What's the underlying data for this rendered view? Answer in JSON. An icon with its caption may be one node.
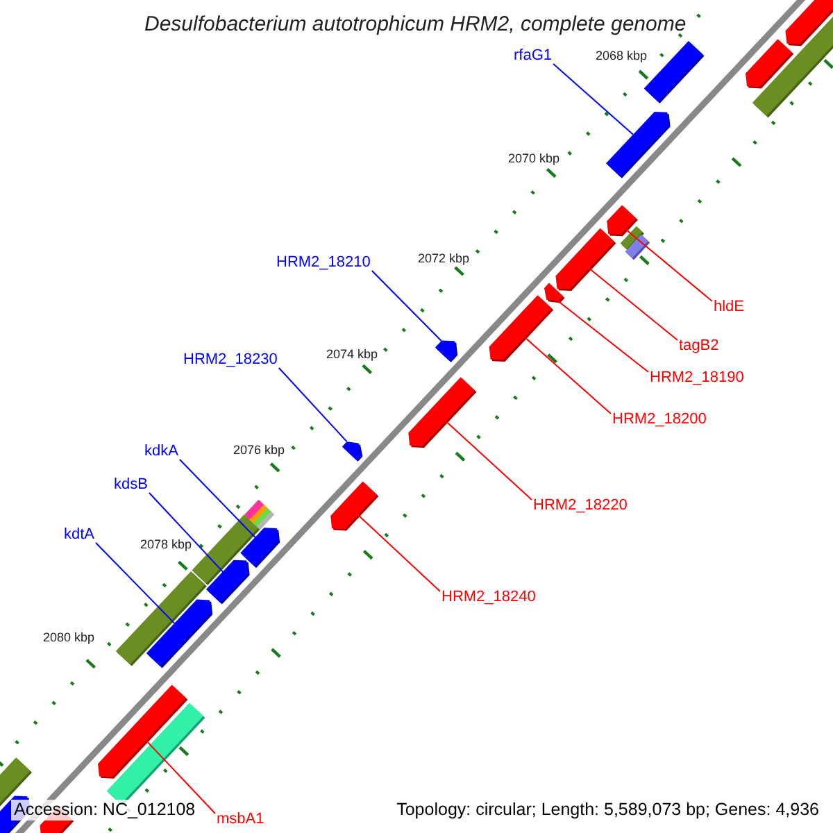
{
  "diagram": {
    "title": "Desulfobacterium autotrophicum HRM2, complete genome",
    "nodes": [
      {
        "text": [
          "rfaG1"
        ]
      },
      {
        "text": [],
        "shape": "bar"
      },
      {
        "text": [
          "hldE"
        ]
      },
      {
        "text": [],
        "shape": "bar"
      },
      {
        "text": [
          "HRM2_18210"
        ]
      },
      {
        "text": [],
        "shape": "bar"
      },
      {
        "text": [
          "tagB2"
        ]
      },
      {
        "text": [],
        "shape": "bar"
      },
      {
        "text": [
          "HRM2_18190"
        ]
      },
      {
        "text": [],
        "shape": "bar"
      },
      {
        "text": [
          "HRM2_18230"
        ]
      },
      {
        "text": [],
        "shape": "bar"
      },
      {
        "text": [
          "HRM2_18200"
        ]
      },
      {
        "text": [],
        "shape": "bar"
      },
      {
        "text": [
          "kdkA"
        ]
      },
      {
        "text": [],
        "shape": "bar"
      },
      {
        "text": [
          "kdsB"
        ]
      },
      {
        "text": [],
        "shape": "bar"
      },
      {
        "text": [
          "HRM2_18220"
        ]
      },
      {
        "text": [],
        "shape": "bar"
      },
      {
        "text": [
          "kdtA"
        ]
      },
      {
        "text": [],
        "shape": "bar"
      },
      {
        "text": [
          "HRM2_18240"
        ]
      },
      {
        "text": [],
        "shape": "bar"
      },
      {
        "text": [
          "msbA1"
        ]
      },
      {
        "text": [],
        "shape": "bar"
      },
      {
        "text": [],
        "shape": "bar"
      },
      {
        "text": [],
        "shape": "bar"
      },
      {
        "text": [],
        "shape": "bar"
      },
      {
        "text": [],
        "shape": "bar"
      },
      {
        "text": [],
        "shape": "bar"
      }
    ],
    "edges": [
      {
        "from": 0,
        "to": 1,
        "arrow": "none",
        "color": "#0000ff"
      },
      {
        "from": 2,
        "to": 3,
        "arrow": "none"
      },
      {
        "from": 4,
        "to": 5,
        "arrow": "none",
        "color": "#0000ff"
      },
      {
        "from": 6,
        "to": 7,
        "arrow": "none"
      },
      {
        "from": 8,
        "to": 9,
        "arrow": "none"
      },
      {
        "from": 10,
        "to": 11,
        "arrow": "none",
        "color": "#0000ff"
      },
      {
        "from": 12,
        "to": 13,
        "arrow": "none"
      },
      {
        "from": 14,
        "to": 15,
        "arrow": "none",
        "color": "#0000ff"
      },
      {
        "from": 16,
        "to": 17,
        "arrow": "none",
        "color": "#0000ff"
      },
      {
        "from": 18,
        "to": 19,
        "arrow": "none"
      },
      {
        "from": 20,
        "to": 21,
        "arrow": "none",
        "color": "#0000ff"
      },
      {
        "from": 22,
        "to": 23,
        "arrow": "none"
      },
      {
        "from": 24,
        "to": 25,
        "arrow": "none"
      }
    ],
    "labels": [
      "2068 kbp",
      "2070 kbp",
      "2072 kbp",
      "2074 kbp",
      "2076 kbp",
      "2078 kbp",
      "2080 kbp",
      "Accession: NC_012108",
      "Topology: circular; Length: 5,589,073 bp; Genes: 4,936"
    ]
  }
}
